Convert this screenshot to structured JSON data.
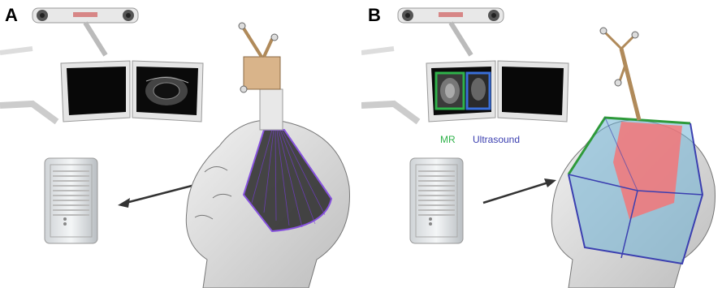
{
  "panels": [
    {
      "label": "A"
    },
    {
      "label": "B",
      "captions": {
        "mr": "MR",
        "ultrasound": "Ultrasound"
      }
    }
  ],
  "colors": {
    "mr_frame": "#2fb24a",
    "ultrasound_frame": "#3a6fd8",
    "us_fan": "#7a3ce0",
    "volume_fill": "#6fb3d6",
    "volume_edge_green": "#2e9a3a",
    "volume_edge_blue": "#3b3fb0",
    "slice_plane": "#ff6b6b"
  },
  "icons": [
    "tracking-camera-icon",
    "monitor-icon",
    "computer-tower-icon",
    "head-icon",
    "ultrasound-probe-icon",
    "arrow-icon"
  ]
}
